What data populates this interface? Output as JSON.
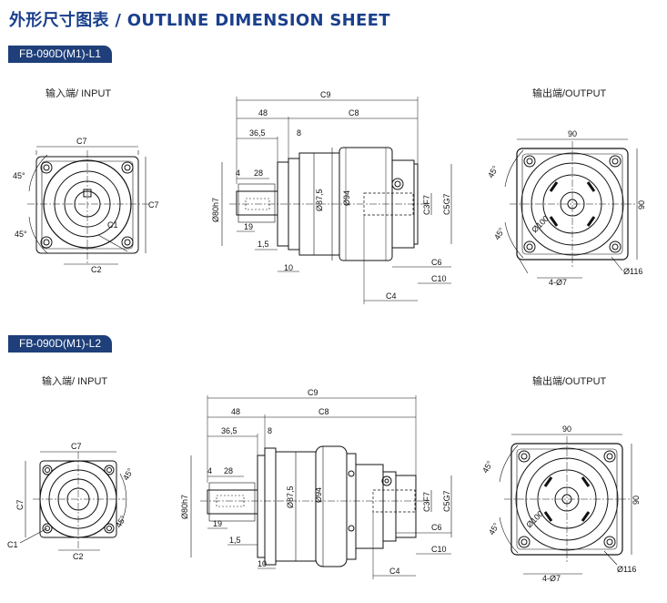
{
  "header": {
    "title": "外形尺寸图表 / OUTLINE DIMENSION SHEET"
  },
  "sections": [
    {
      "model": "FB-090D(M1)-L1",
      "input_label": "输入端/ INPUT",
      "output_label": "输出端/OUTPUT",
      "input_dims": {
        "c7_top": "C7",
        "c7_side": "C7",
        "c2": "C2",
        "c1": "C1",
        "angle_top": "45°",
        "angle_bot": "45°"
      },
      "side_dims": {
        "c9": "C9",
        "d48": "48",
        "c8": "C8",
        "d36_5": "36,5",
        "d8": "8",
        "d4": "4",
        "d28": "28",
        "d19": "19",
        "d1_5": "1,5",
        "d10": "10",
        "d80": "Ø80h7",
        "d87_5": "Ø87,5",
        "d94": "Ø94",
        "c3": "C3F7",
        "c5": "C5G7",
        "c6": "C6",
        "c10": "C10",
        "c4": "C4"
      },
      "output_dims": {
        "d90_top": "90",
        "d90_side": "90",
        "angle_top": "45°",
        "angle_bot": "45°",
        "d100": "Ø100",
        "holes": "4-Ø7",
        "d116": "Ø116"
      }
    },
    {
      "model": "FB-090D(M1)-L2",
      "input_label": "输入端/ INPUT",
      "output_label": "输出端/OUTPUT",
      "input_dims": {
        "c7_top": "C7",
        "c7_side": "C7",
        "c2": "C2",
        "c1": "C1",
        "angle_top": "45°",
        "angle_bot": "45°"
      },
      "side_dims": {
        "c9": "C9",
        "d48": "48",
        "c8": "C8",
        "d36_5": "36,5",
        "d8": "8",
        "d4": "4",
        "d28": "28",
        "d19": "19",
        "d1_5": "1,5",
        "d10": "10",
        "d80": "Ø80h7",
        "d87_5": "Ø87,5",
        "d94": "Ø94",
        "c3": "C3F7",
        "c5": "C5G7",
        "c6": "C6",
        "c10": "C10",
        "c4": "C4"
      },
      "output_dims": {
        "d90_top": "90",
        "d90_side": "90",
        "angle_top": "45°",
        "angle_bot": "45°",
        "d100": "Ø100",
        "holes": "4-Ø7",
        "d116": "Ø116"
      }
    }
  ]
}
